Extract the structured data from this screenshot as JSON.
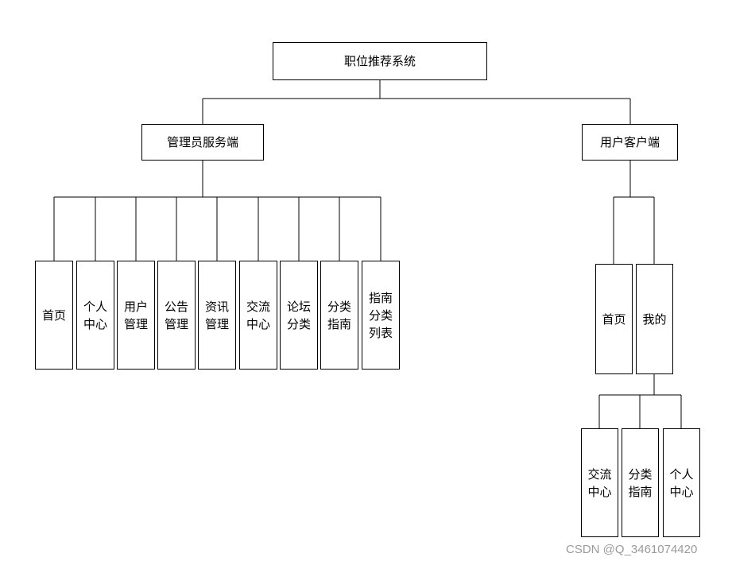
{
  "root": {
    "label": "职位推荐系统"
  },
  "admin": {
    "label": "管理员服务端",
    "children": [
      "首页",
      "个人\n中心",
      "用户\n管理",
      "公告\n管理",
      "资讯\n管理",
      "交流\n中心",
      "论坛\n分类",
      "分类\n指南",
      "指南\n分类\n列表"
    ]
  },
  "user": {
    "label": "用户客户端",
    "children": [
      "首页",
      "我的"
    ],
    "mine_children": [
      "交流\n中心",
      "分类\n指南",
      "个人\n中心"
    ]
  },
  "watermark": "CSDN @Q_3461074420",
  "colors": {
    "line": "#000000",
    "box_border": "#000000",
    "watermark": "#9a9a9a"
  }
}
